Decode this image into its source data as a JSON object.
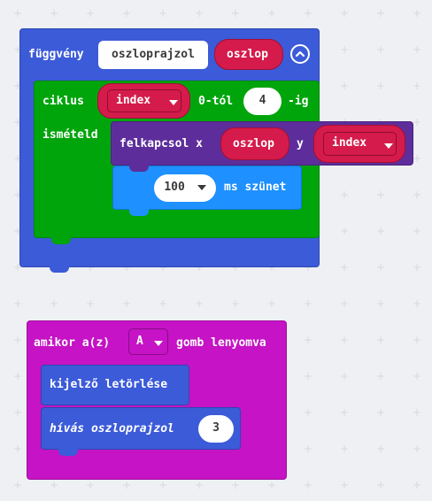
{
  "function_block": {
    "keyword": "függvény",
    "name": "oszloprajzol",
    "param": "oszlop",
    "loop": {
      "keyword": "ciklus",
      "var": "index",
      "from_label": "0-tól",
      "count": "4",
      "to_label": "-ig",
      "repeat_label": "ismételd",
      "plot": {
        "label": "felkapcsol x",
        "x_value": "oszlop",
        "y_label": "y",
        "y_value": "index"
      },
      "pause": {
        "value": "100",
        "label": "ms szünet"
      }
    }
  },
  "event_block": {
    "label_prefix": "amikor a(z)",
    "button": "A",
    "label_suffix": "gomb lenyomva",
    "clear_label": "kijelző letörlése",
    "call_label": "hívás oszloprajzol",
    "call_arg": "3"
  },
  "colors": {
    "function": "#3c5bd8",
    "loop": "#00a50c",
    "led": "#5d2e9b",
    "pause": "#1e90ff",
    "event": "#c513c5",
    "variable": "#d51b4b"
  }
}
